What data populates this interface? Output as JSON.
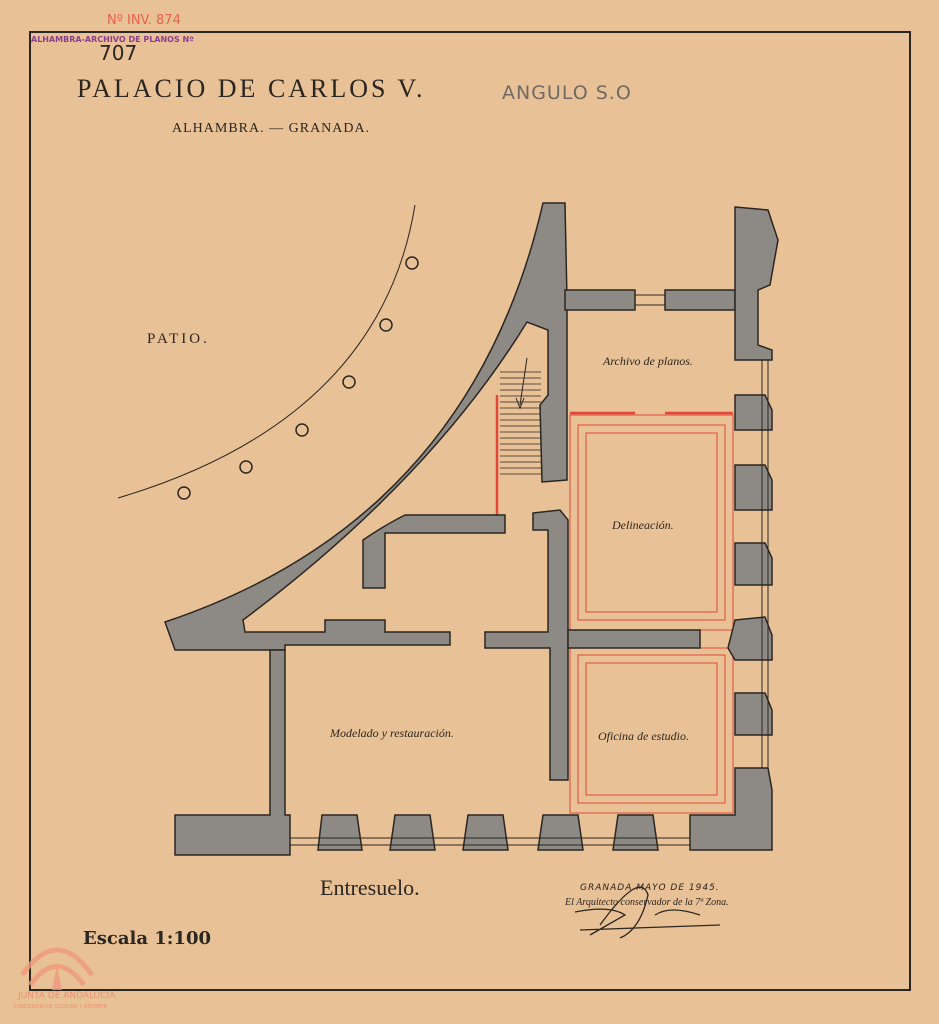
{
  "header": {
    "inventory": "Nº INV. 874",
    "archive_stamp": "ALHAMBRA-ARCHIVO DE PLANOS Nº",
    "plan_number": "707",
    "title": "PALACIO DE CARLOS V.",
    "annotation": "ANGULO S.O",
    "subtitle": "ALHAMBRA. — GRANADA."
  },
  "plan": {
    "patio_label": "PATIO.",
    "rooms": [
      "Archivo de planos.",
      "Delineación.",
      "Modelado y restauración.",
      "Oficina de estudio."
    ],
    "floor_label": "Entresuelo.",
    "scale": "Escala 1:100"
  },
  "signature": {
    "date": "GRANADA MAYO DE 1945.",
    "role": "El Arquitecto conservador de la 7ª Zona."
  },
  "watermark": {
    "name": "JUNTA DE ANDALUCIA",
    "dept": "CONSEJERÍA DE CULTURA Y DEPORTE"
  },
  "colors": {
    "paper": "#e9c196",
    "wall": "#8d8984",
    "ink": "#2a2622",
    "red": "#e2473a"
  }
}
